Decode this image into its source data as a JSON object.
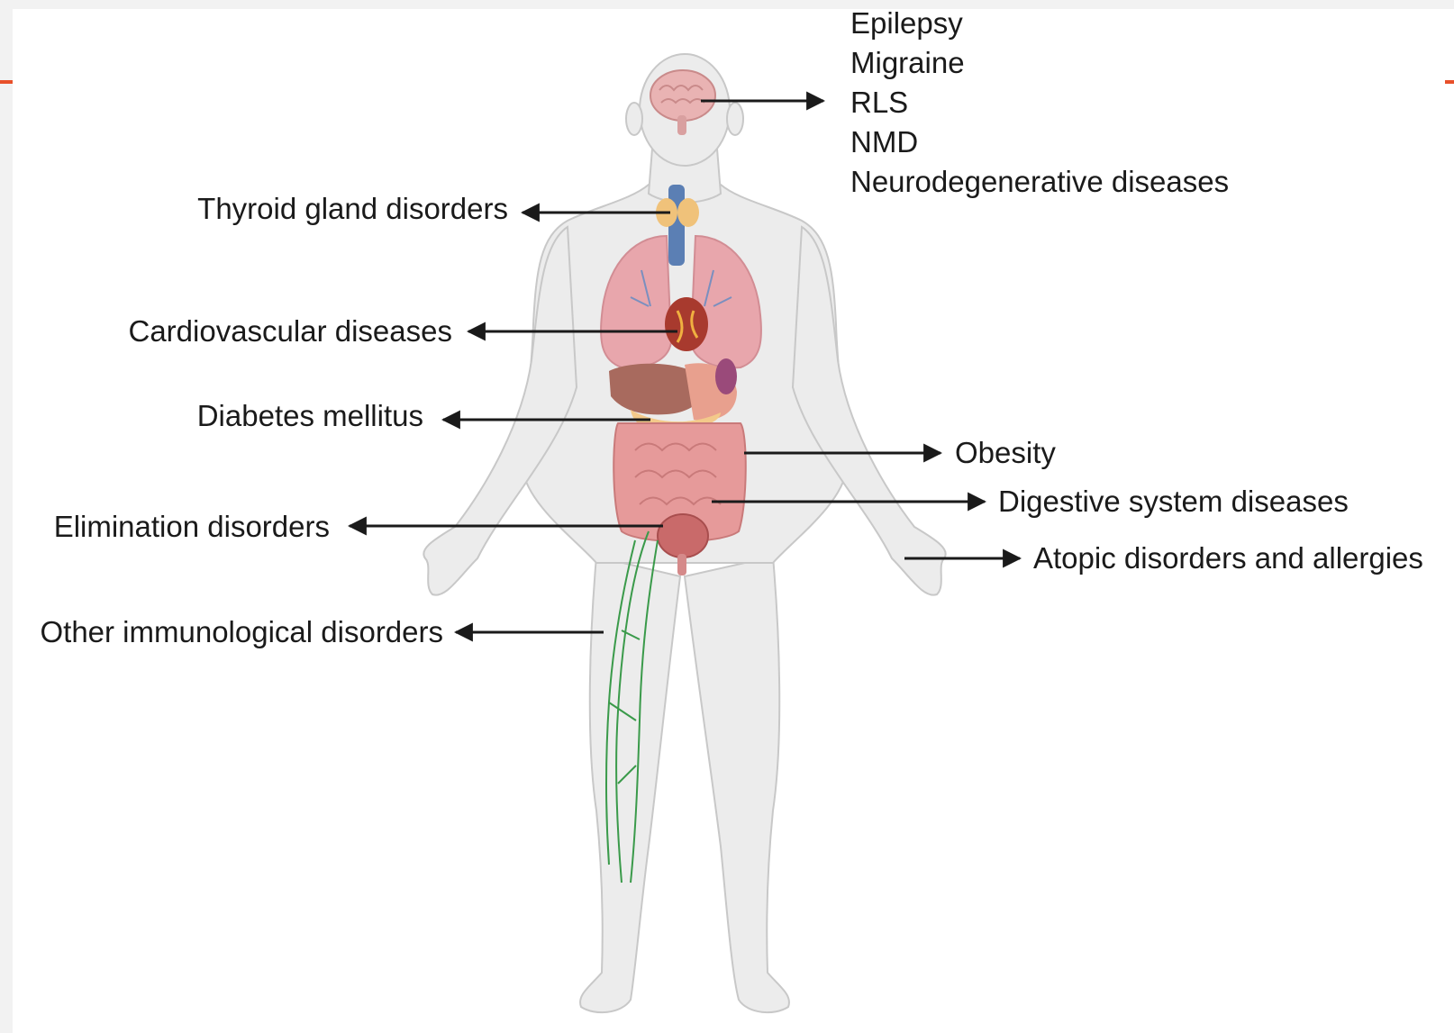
{
  "colors": {
    "accent": "#e8502a",
    "body_fill": "#ececec",
    "body_stroke": "#c8c8c8",
    "organ_pink": "#e8a6ac",
    "brain": "#e9b3b3",
    "thyroid": "#f0c27a",
    "trachea": "#5b7fb4",
    "liver": "#a86a5e",
    "intestine": "#e69a9a",
    "lymph": "#3a9a4a",
    "arrow": "#1a1a1a",
    "text": "#1a1a1a"
  },
  "labels": {
    "brain": [
      "Epilepsy",
      "Migraine",
      "RLS",
      "NMD",
      "Neurodegenerative diseases"
    ],
    "thyroid": "Thyroid gland disorders",
    "cardio": "Cardiovascular diseases",
    "diabetes": "Diabetes mellitus",
    "elimination": "Elimination disorders",
    "immuno": "Other immunological disorders",
    "obesity": "Obesity",
    "digestive": "Digestive system diseases",
    "atopic": "Atopic disorders and allergies"
  },
  "icons": {
    "figure": "human-body-icon",
    "brain": "brain-icon",
    "thyroid": "thyroid-icon",
    "lungs": "lungs-icon",
    "heart": "heart-icon",
    "liver": "liver-icon",
    "intestine": "intestine-icon",
    "bladder": "bladder-icon",
    "lymph": "lymphatic-vessels-icon"
  }
}
